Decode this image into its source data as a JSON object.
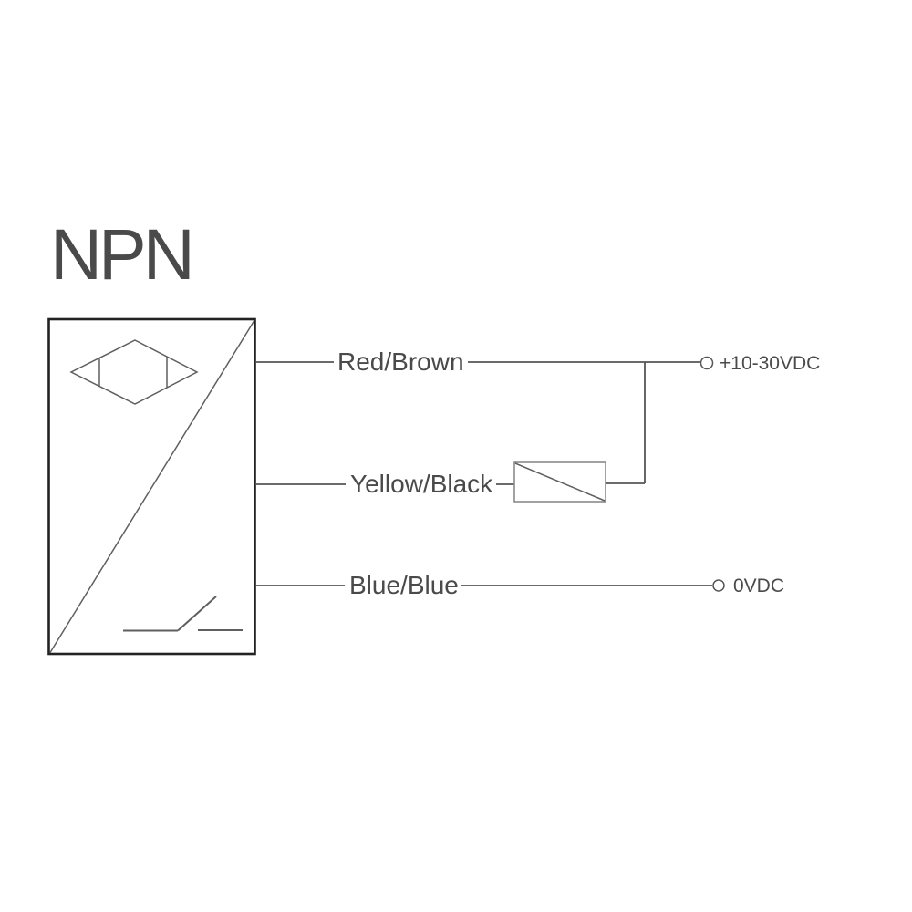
{
  "title": "NPN",
  "diagram": {
    "sensor": {
      "symbol_icons": [
        "proximity-diamond-icon",
        "switch-icon"
      ]
    },
    "wires": [
      {
        "label": "Red/Brown",
        "terminal": "+10-30VDC"
      },
      {
        "label": "Yellow/Black",
        "connects_to": "load-box-icon"
      },
      {
        "label": "Blue/Blue",
        "terminal": "0VDC"
      }
    ]
  },
  "colors": {
    "background": "#ffffff",
    "text": "#4a4a4a",
    "line": "#5f5f5f",
    "wire": "#565656",
    "box_border": "#222222",
    "load_border": "#8a8a8a"
  }
}
